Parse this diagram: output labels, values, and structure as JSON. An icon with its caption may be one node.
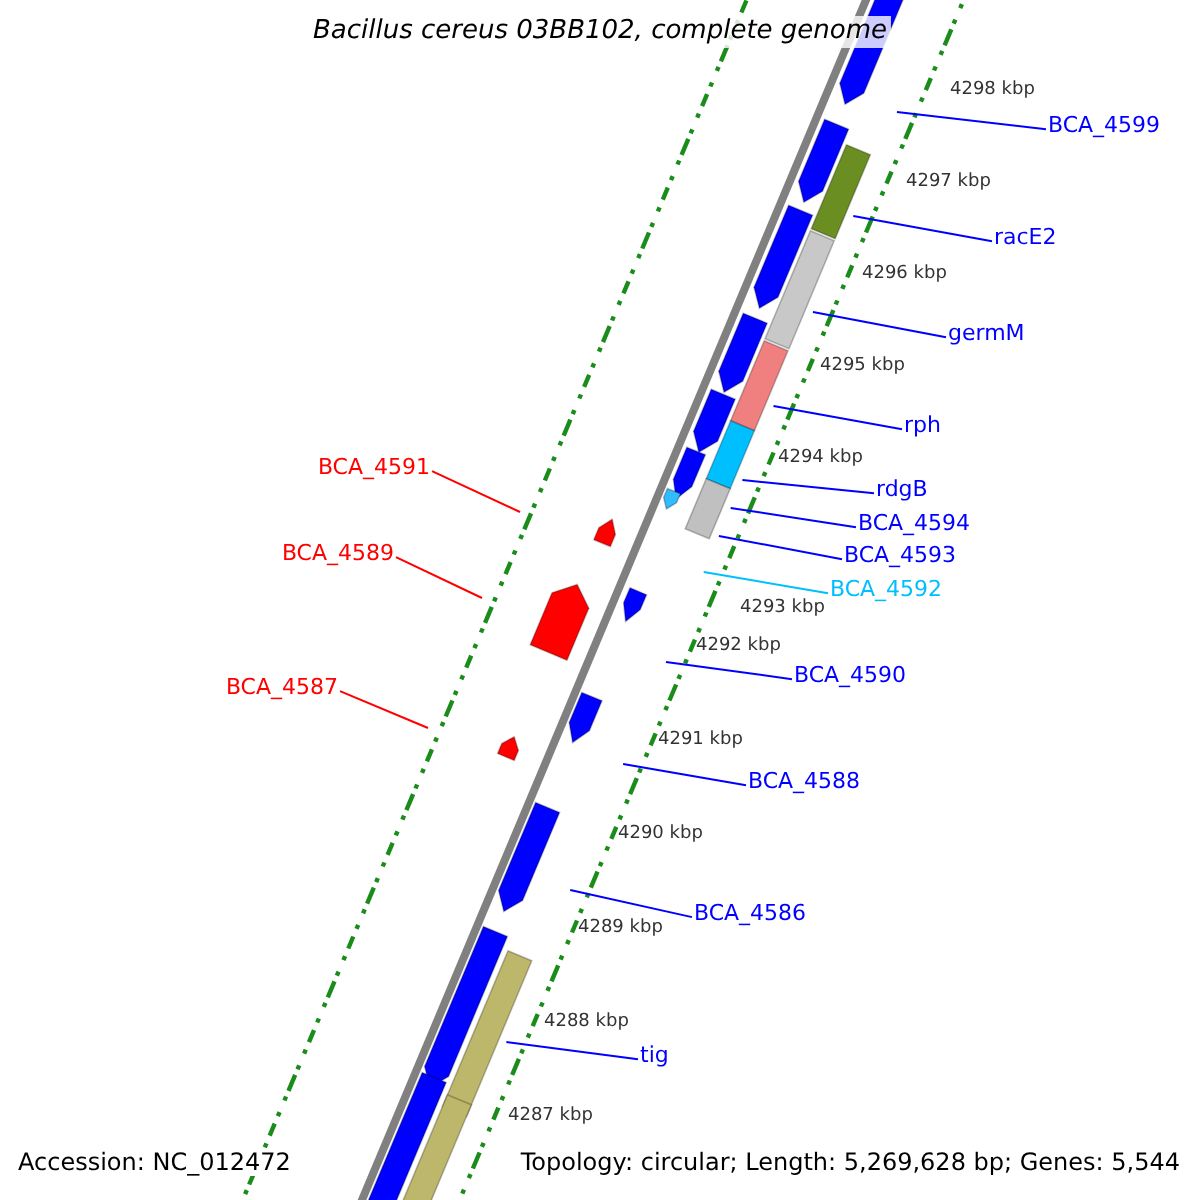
{
  "diagram": {
    "title": "Bacillus cereus 03BB102, complete genome",
    "nodes": [
      {
        "text": [
          "BCA_4599"
        ]
      },
      {
        "text": [
          "racE2"
        ]
      },
      {
        "text": [
          "germM"
        ]
      },
      {
        "text": [
          "rph"
        ]
      },
      {
        "text": [
          "BCA_4591"
        ]
      },
      {
        "text": [
          "rdgB"
        ]
      },
      {
        "text": [
          "BCA_4594"
        ]
      },
      {
        "text": [
          "BCA_4589"
        ]
      },
      {
        "text": [
          "BCA_4593"
        ]
      },
      {
        "text": [
          "BCA_4592"
        ]
      },
      {
        "text": [
          "BCA_4590"
        ]
      },
      {
        "text": [
          "BCA_4587"
        ]
      },
      {
        "text": [
          "BCA_4588"
        ]
      },
      {
        "text": [
          "BCA_4586"
        ]
      },
      {
        "text": [
          "tig"
        ]
      }
    ],
    "edges": [
      {
        "from": 0,
        "to": null,
        "arrow": "none"
      },
      {
        "from": 1,
        "to": null,
        "arrow": "none"
      },
      {
        "from": 2,
        "to": null,
        "arrow": "none"
      },
      {
        "from": 3,
        "to": null,
        "arrow": "none"
      },
      {
        "from": 4,
        "to": null,
        "arrow": "none",
        "color": "#ff0000"
      },
      {
        "from": 5,
        "to": null,
        "arrow": "none"
      },
      {
        "from": 6,
        "to": null,
        "arrow": "none"
      },
      {
        "from": 7,
        "to": null,
        "arrow": "none",
        "color": "#ff0000"
      },
      {
        "from": 8,
        "to": null,
        "arrow": "none"
      },
      {
        "from": 9,
        "to": null,
        "arrow": "none",
        "color": "#00bfff"
      },
      {
        "from": 10,
        "to": null,
        "arrow": "none"
      },
      {
        "from": 11,
        "to": null,
        "arrow": "none",
        "color": "#ff0000"
      },
      {
        "from": 12,
        "to": null,
        "arrow": "none"
      },
      {
        "from": 13,
        "to": null,
        "arrow": "none"
      },
      {
        "from": 14,
        "to": null,
        "arrow": "none"
      }
    ],
    "labels": [
      "4298 kbp",
      "4297 kbp",
      "4296 kbp",
      "4295 kbp",
      "4294 kbp",
      "4293 kbp",
      "4292 kbp",
      "4291 kbp",
      "4290 kbp",
      "4289 kbp",
      "4288 kbp",
      "4287 kbp",
      "Accession: NC_012472",
      "Topology: circular; Length: 5,269,628 bp; Genes: 5,544"
    ]
  }
}
